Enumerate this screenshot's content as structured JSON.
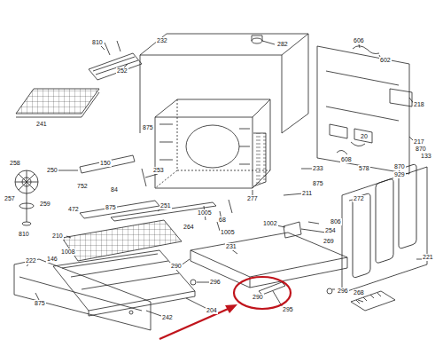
{
  "diagram": {
    "labels": [
      "810",
      "252",
      "232",
      "282",
      "606",
      "602",
      "241",
      "875",
      "218",
      "150",
      "250",
      "258",
      "752",
      "84",
      "253",
      "217",
      "20",
      "608",
      "578",
      "257",
      "259",
      "810",
      "875",
      "264",
      "1005",
      "1005",
      "68",
      "277",
      "233",
      "875",
      "211",
      "870",
      "133",
      "870",
      "929",
      "272",
      "472",
      "251",
      "210",
      "1008",
      "146",
      "222",
      "1002",
      "806",
      "254",
      "269",
      "231",
      "290",
      "296",
      "296",
      "290",
      "295",
      "875",
      "242",
      "204",
      "221",
      "268"
    ]
  }
}
